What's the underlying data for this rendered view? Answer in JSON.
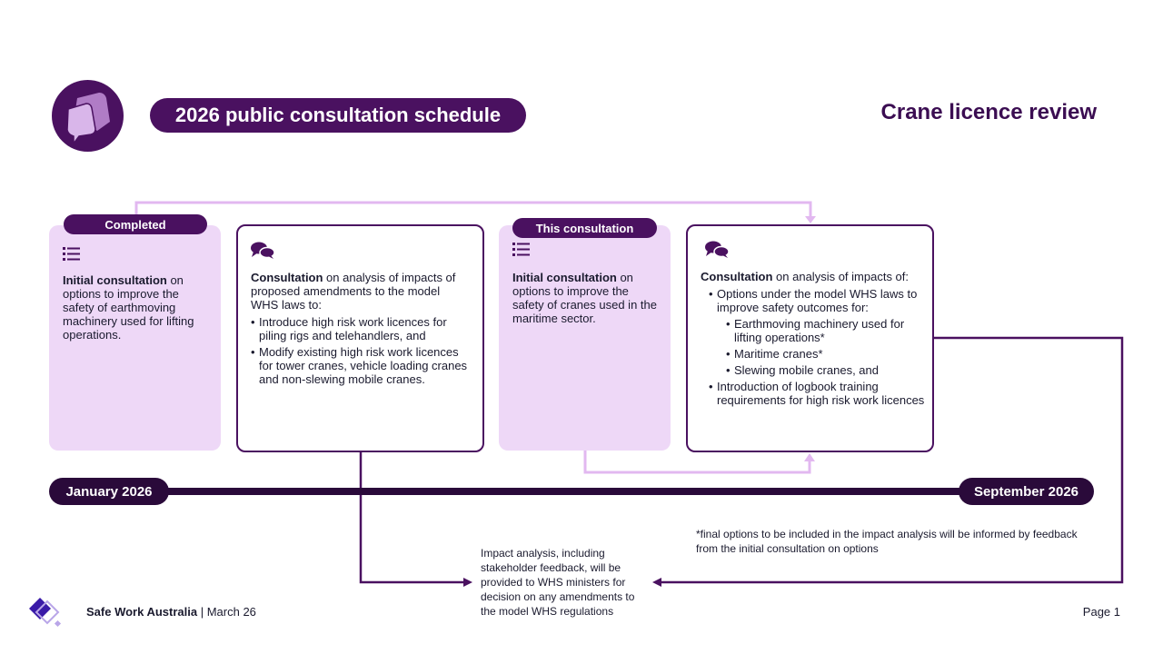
{
  "header": {
    "schedule_title": "2026 public consultation schedule",
    "review_title": "Crane licence review"
  },
  "cards": [
    {
      "tag": "Completed",
      "lead_bold": "Initial consultation",
      "lead_rest": " on options to improve the safety of earthmoving machinery used for lifting operations."
    },
    {
      "lead_bold": "Consultation",
      "lead_rest": " on analysis of impacts of proposed amendments to the model WHS laws to:",
      "bullets": [
        "Introduce high risk work licences for piling rigs and telehandlers, and",
        "Modify existing high risk work licences for tower cranes, vehicle loading cranes and non-slewing mobile cranes."
      ]
    },
    {
      "tag": "This consultation",
      "lead_bold": "Initial consultation",
      "lead_rest": " on options to improve the safety of cranes used in the maritime sector."
    },
    {
      "lead_bold": "Consultation",
      "lead_rest": " on analysis of impacts of:",
      "bullet1": "Options under the model WHS laws to improve safety outcomes for:",
      "sub_bullets": [
        "Earthmoving machinery used for lifting operations*",
        "Maritime cranes*",
        "Slewing mobile cranes, and"
      ],
      "bullet2": "Introduction of logbook training requirements for high risk work licences"
    }
  ],
  "timeline": {
    "start": "January 2026",
    "end": "September 2026"
  },
  "notes": {
    "impact": "Impact analysis, including stakeholder feedback, will be provided to WHS ministers for decision on any amendments to the model WHS regulations",
    "footnote": "*final options to be included in the impact analysis will be informed by feedback from the initial consultation on options"
  },
  "footer": {
    "org": "Safe Work Australia",
    "separator": " | ",
    "date": "March 26",
    "page": "Page 1"
  },
  "colors": {
    "primary": "#4a1160",
    "dark": "#2a0a3a",
    "light_card": "#eed8f7",
    "connector_light": "#e2b8f0"
  }
}
